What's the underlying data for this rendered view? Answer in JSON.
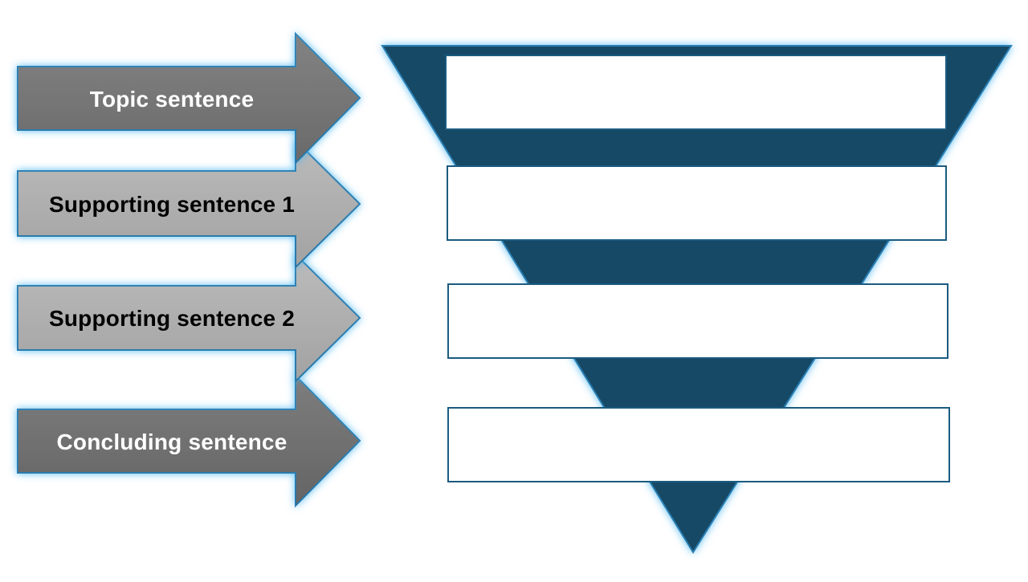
{
  "diagram": {
    "arrows": [
      {
        "label": "Topic sentence",
        "fill": "#757575",
        "text_color": "#ffffff"
      },
      {
        "label": "Supporting sentence 1",
        "fill": "#b4b4b4",
        "text_color": "#000000"
      },
      {
        "label": "Supporting sentence 2",
        "fill": "#b4b4b4",
        "text_color": "#000000"
      },
      {
        "label": "Concluding sentence",
        "fill": "#6f6f6f",
        "text_color": "#ffffff"
      }
    ],
    "boxes": [
      {
        "text": ""
      },
      {
        "text": ""
      },
      {
        "text": ""
      },
      {
        "text": ""
      }
    ],
    "colors": {
      "funnel": "#134a66",
      "glow": "#49b6f0",
      "box_fill": "#ffffff",
      "box_border": "#1b5b7f"
    }
  }
}
